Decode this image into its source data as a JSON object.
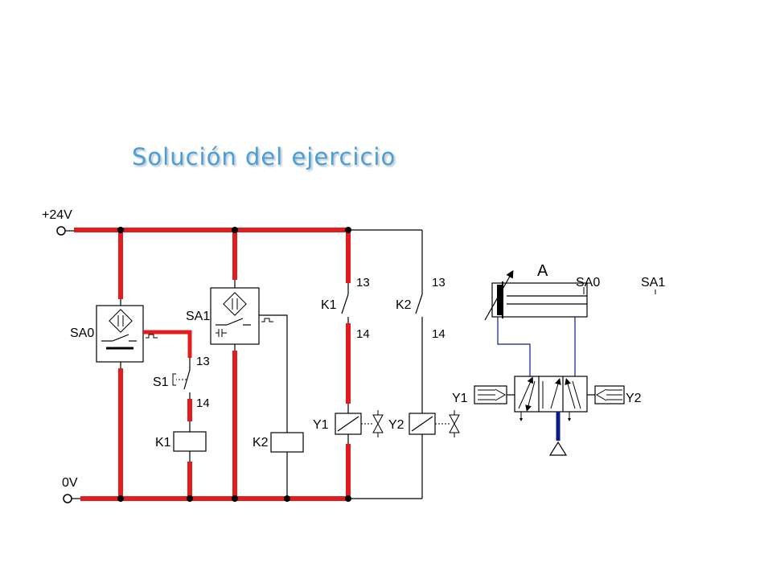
{
  "title": "Solución del ejercicio",
  "colors": {
    "active_wire": "#e01c1c",
    "wire": "#000000",
    "pneumatic_line": "#0a1a8a",
    "title": "#4a9fd8"
  },
  "labels": {
    "v24": "+24V",
    "v0": "0V",
    "sa0": "SA0",
    "sa1": "SA1",
    "s1": "S1",
    "k1": "K1",
    "k2": "K2",
    "y1": "Y1",
    "y2": "Y2",
    "n13": "13",
    "n14": "14",
    "cyl_a": "A"
  }
}
